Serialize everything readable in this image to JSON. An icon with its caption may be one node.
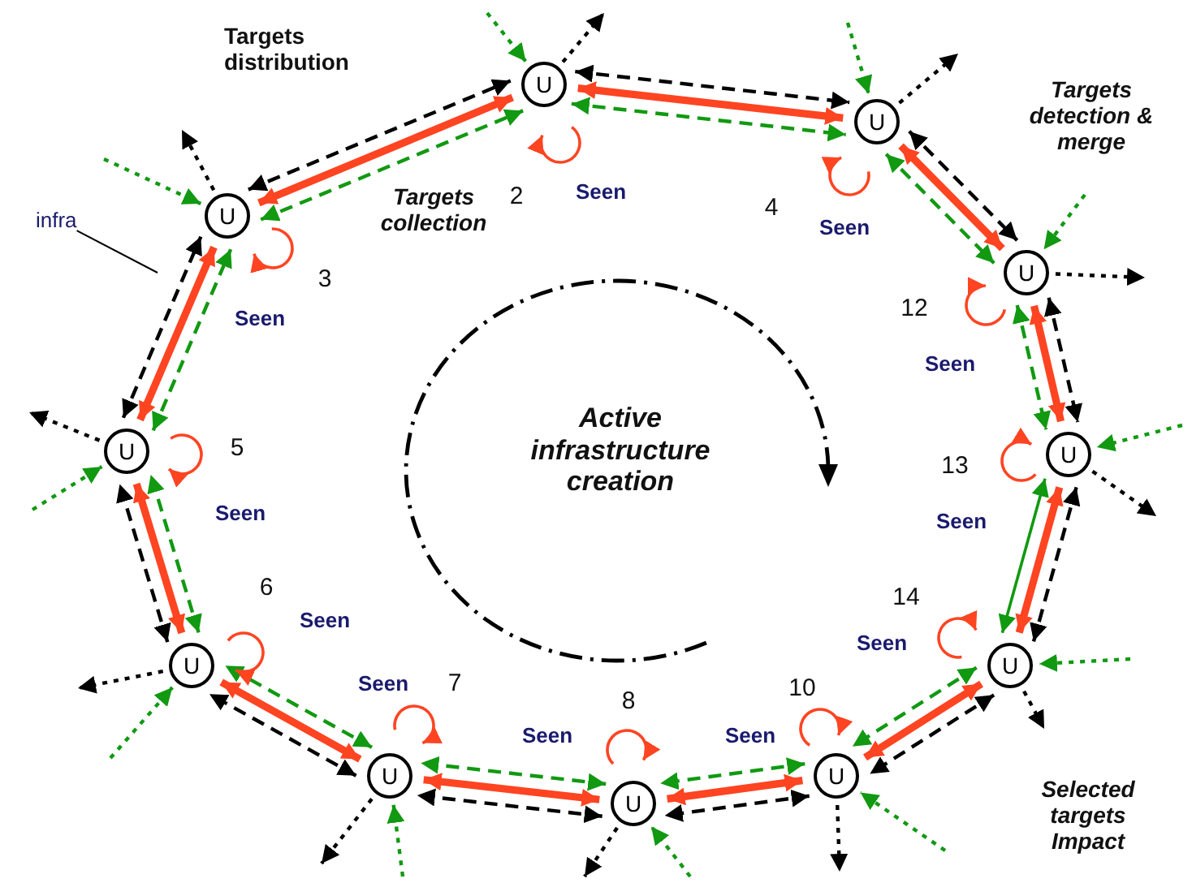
{
  "diagram": {
    "nodes": [
      {
        "text": [
          "U"
        ],
        "beside": [
          "Seen",
          "3"
        ]
      },
      {
        "text": [
          "U"
        ],
        "beside": [
          "Seen",
          "2"
        ]
      },
      {
        "text": [
          "U"
        ],
        "beside": [
          "Seen",
          "4"
        ]
      },
      {
        "text": [
          "U"
        ],
        "beside": [
          "Seen",
          "12"
        ]
      },
      {
        "text": [
          "U"
        ],
        "beside": [
          "Seen",
          "13"
        ]
      },
      {
        "text": [
          "U"
        ],
        "beside": [
          "Seen",
          "14"
        ]
      },
      {
        "text": [
          "U"
        ],
        "beside": [
          "Seen",
          "10"
        ]
      },
      {
        "text": [
          "U"
        ],
        "beside": [
          "Seen",
          "8"
        ]
      },
      {
        "text": [
          "U"
        ],
        "beside": [
          "Seen",
          "7"
        ]
      },
      {
        "text": [
          "U"
        ],
        "beside": [
          "Seen",
          "6"
        ]
      },
      {
        "text": [
          "U"
        ],
        "beside": [
          "Seen",
          "5"
        ]
      },
      {
        "text": [
          "infra"
        ]
      }
    ],
    "edges": [
      {
        "from": 0,
        "to": 1,
        "arrow": "both",
        "style": "thick",
        "color": "#ff4422"
      },
      {
        "from": 0,
        "to": 1,
        "arrow": "both",
        "style": "dashed",
        "color": "#000000"
      },
      {
        "from": 0,
        "to": 1,
        "arrow": "both",
        "style": "dashed",
        "color": "#119911"
      },
      {
        "from": 1,
        "to": 2,
        "arrow": "both",
        "style": "thick",
        "color": "#ff4422"
      },
      {
        "from": 1,
        "to": 2,
        "arrow": "both",
        "style": "dashed",
        "color": "#000000"
      },
      {
        "from": 1,
        "to": 2,
        "arrow": "both",
        "style": "dashed",
        "color": "#119911"
      },
      {
        "from": 2,
        "to": 3,
        "arrow": "both",
        "style": "thick",
        "color": "#ff4422"
      },
      {
        "from": 2,
        "to": 3,
        "arrow": "both",
        "style": "dashed",
        "color": "#000000"
      },
      {
        "from": 2,
        "to": 3,
        "arrow": "both",
        "style": "dashed",
        "color": "#119911"
      },
      {
        "from": 3,
        "to": 4,
        "arrow": "both",
        "style": "thick",
        "color": "#ff4422"
      },
      {
        "from": 3,
        "to": 4,
        "arrow": "both",
        "style": "dashed",
        "color": "#000000"
      },
      {
        "from": 3,
        "to": 4,
        "arrow": "both",
        "style": "dashed",
        "color": "#119911"
      },
      {
        "from": 4,
        "to": 5,
        "arrow": "both",
        "style": "thick",
        "color": "#ff4422"
      },
      {
        "from": 4,
        "to": 5,
        "arrow": "both",
        "style": "dashed",
        "color": "#000000"
      },
      {
        "from": 4,
        "to": 5,
        "arrow": "both",
        "color": "#119911"
      },
      {
        "from": 5,
        "to": 6,
        "arrow": "both",
        "style": "thick",
        "color": "#ff4422"
      },
      {
        "from": 5,
        "to": 6,
        "arrow": "both",
        "style": "dashed",
        "color": "#000000"
      },
      {
        "from": 5,
        "to": 6,
        "arrow": "both",
        "style": "dashed",
        "color": "#119911"
      },
      {
        "from": 6,
        "to": 7,
        "arrow": "both",
        "style": "thick",
        "color": "#ff4422"
      },
      {
        "from": 6,
        "to": 7,
        "arrow": "both",
        "style": "dashed",
        "color": "#000000"
      },
      {
        "from": 6,
        "to": 7,
        "arrow": "both",
        "style": "dashed",
        "color": "#119911"
      },
      {
        "from": 7,
        "to": 8,
        "arrow": "both",
        "style": "thick",
        "color": "#ff4422"
      },
      {
        "from": 7,
        "to": 8,
        "arrow": "both",
        "style": "dashed",
        "color": "#000000"
      },
      {
        "from": 7,
        "to": 8,
        "arrow": "both",
        "style": "dashed",
        "color": "#119911"
      },
      {
        "from": 8,
        "to": 9,
        "arrow": "both",
        "style": "thick",
        "color": "#ff4422"
      },
      {
        "from": 8,
        "to": 9,
        "arrow": "both",
        "style": "dashed",
        "color": "#000000"
      },
      {
        "from": 8,
        "to": 9,
        "arrow": "both",
        "style": "dashed",
        "color": "#119911"
      },
      {
        "from": 9,
        "to": 10,
        "arrow": "both",
        "style": "thick",
        "color": "#ff4422"
      },
      {
        "from": 9,
        "to": 10,
        "arrow": "both",
        "style": "dashed",
        "color": "#000000"
      },
      {
        "from": 9,
        "to": 10,
        "arrow": "both",
        "style": "dashed",
        "color": "#119911"
      },
      {
        "from": 10,
        "to": 0,
        "arrow": "both",
        "style": "thick",
        "color": "#ff4422"
      },
      {
        "from": 10,
        "to": 0,
        "arrow": "both",
        "style": "dashed",
        "color": "#000000"
      },
      {
        "from": 10,
        "to": 0,
        "arrow": "both",
        "style": "dashed",
        "color": "#119911"
      },
      {
        "from": 0,
        "to": 0,
        "arrow": "to",
        "color": "#ff4422"
      },
      {
        "from": 0,
        "to": null,
        "arrow": "to",
        "style": "dashed",
        "color": "#000000"
      },
      {
        "from": null,
        "to": 0,
        "arrow": "to",
        "style": "dashed",
        "color": "#119911"
      },
      {
        "from": 1,
        "to": 1,
        "arrow": "to",
        "color": "#ff4422"
      },
      {
        "from": 1,
        "to": null,
        "arrow": "to",
        "style": "dashed",
        "color": "#000000"
      },
      {
        "from": null,
        "to": 1,
        "arrow": "to",
        "style": "dashed",
        "color": "#119911"
      },
      {
        "from": 2,
        "to": 2,
        "arrow": "to",
        "color": "#ff4422"
      },
      {
        "from": 2,
        "to": null,
        "arrow": "to",
        "style": "dashed",
        "color": "#000000"
      },
      {
        "from": null,
        "to": 2,
        "arrow": "to",
        "style": "dashed",
        "color": "#119911"
      },
      {
        "from": 3,
        "to": 3,
        "arrow": "to",
        "color": "#ff4422"
      },
      {
        "from": 3,
        "to": null,
        "arrow": "to",
        "style": "dashed",
        "color": "#000000"
      },
      {
        "from": null,
        "to": 3,
        "arrow": "to",
        "style": "dashed",
        "color": "#119911"
      },
      {
        "from": 4,
        "to": 4,
        "arrow": "to",
        "color": "#ff4422"
      },
      {
        "from": 4,
        "to": null,
        "arrow": "to",
        "style": "dashed",
        "color": "#000000"
      },
      {
        "from": null,
        "to": 4,
        "arrow": "to",
        "style": "dashed",
        "color": "#119911"
      },
      {
        "from": 5,
        "to": 5,
        "arrow": "to",
        "color": "#ff4422"
      },
      {
        "from": 5,
        "to": null,
        "arrow": "to",
        "style": "dashed",
        "color": "#000000"
      },
      {
        "from": null,
        "to": 5,
        "arrow": "to",
        "style": "dashed",
        "color": "#119911"
      },
      {
        "from": 6,
        "to": 6,
        "arrow": "to",
        "color": "#ff4422"
      },
      {
        "from": 6,
        "to": null,
        "arrow": "to",
        "style": "dashed",
        "color": "#000000"
      },
      {
        "from": null,
        "to": 6,
        "arrow": "to",
        "style": "dashed",
        "color": "#119911"
      },
      {
        "from": 7,
        "to": 7,
        "arrow": "to",
        "color": "#ff4422"
      },
      {
        "from": 7,
        "to": null,
        "arrow": "to",
        "style": "dashed",
        "color": "#000000"
      },
      {
        "from": null,
        "to": 7,
        "arrow": "to",
        "style": "dashed",
        "color": "#119911"
      },
      {
        "from": 8,
        "to": 8,
        "arrow": "to",
        "color": "#ff4422"
      },
      {
        "from": 8,
        "to": null,
        "arrow": "to",
        "style": "dashed",
        "color": "#000000"
      },
      {
        "from": null,
        "to": 8,
        "arrow": "to",
        "style": "dashed",
        "color": "#119911"
      },
      {
        "from": 9,
        "to": 9,
        "arrow": "to",
        "color": "#ff4422"
      },
      {
        "from": 9,
        "to": null,
        "arrow": "to",
        "style": "dashed",
        "color": "#000000"
      },
      {
        "from": null,
        "to": 9,
        "arrow": "to",
        "style": "dashed",
        "color": "#119911"
      },
      {
        "from": 10,
        "to": 10,
        "arrow": "to",
        "color": "#ff4422"
      },
      {
        "from": 10,
        "to": null,
        "arrow": "to",
        "style": "dashed",
        "color": "#000000"
      },
      {
        "from": null,
        "to": 10,
        "arrow": "to",
        "style": "dashed",
        "color": "#119911"
      },
      {
        "from": 11,
        "to": null,
        "arrow": "none",
        "color": "#000000"
      }
    ],
    "labels": [
      "Targets distribution",
      "Targets collection",
      "Targets detection & merge",
      "Selected targets Impact",
      "Active infrastructure creation"
    ]
  }
}
